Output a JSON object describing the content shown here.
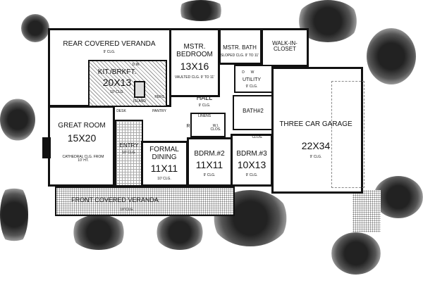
{
  "rooms": {
    "rear_veranda": {
      "name": "REAR COVERED VERANDA",
      "clg": "9' CLG."
    },
    "kitchen": {
      "name": "KIT./BRKFT.",
      "size": "20X13",
      "clg": "10' CLG.",
      "island": "ISLAND",
      "dw": "D.W.",
      "refg": "REFG.",
      "desk": "DESK",
      "pantry": "PANTRY"
    },
    "master_bedroom": {
      "name": "MSTR. BEDROOM",
      "size": "13X16",
      "clg": "VAULTED CLG. 9' TO 11'"
    },
    "master_bath": {
      "name": "MSTR. BATH",
      "clg": "SLOPED CLG. 9' TO 11'"
    },
    "walk_in_closet": {
      "name": "WALK-IN- CLOSET"
    },
    "utility": {
      "name": "UTILITY",
      "clg": "9' CLG.",
      "d": "D",
      "w": "W"
    },
    "hall": {
      "name": "HALL",
      "clg": "9' CLG.",
      "linens": "LINENS",
      "wi_clos": "W.I. CLOS.",
      "refg_mark": "R"
    },
    "great_room": {
      "name": "GREAT ROOM",
      "size": "15X20",
      "clg": "CATHEDRAL CLG. FROM 10' HT."
    },
    "entry": {
      "name": "ENTRY",
      "clg": "10' CLG."
    },
    "formal_dining": {
      "name": "FORMAL DINING",
      "size": "11X11",
      "clg": "10' CLG."
    },
    "bedroom2": {
      "name": "BDRM.#2",
      "size": "11X11",
      "clg": "9' CLG."
    },
    "bedroom3": {
      "name": "BDRM.#3",
      "size": "10X13",
      "clg": "9' CLG.",
      "clos": "CLOS."
    },
    "bath2": {
      "name": "BATH#2"
    },
    "garage": {
      "name": "THREE CAR GARAGE",
      "size": "22X34",
      "clg": "9' CLG."
    },
    "front_veranda": {
      "name": "FRONT COVERED VERANDA",
      "clg": "10' CLG."
    }
  }
}
